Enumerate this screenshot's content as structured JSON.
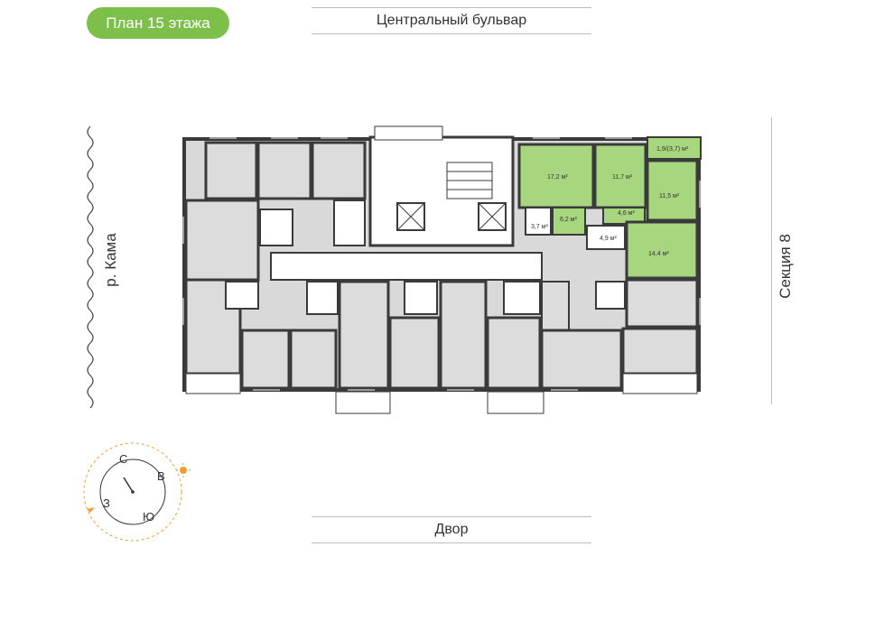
{
  "floor_badge": {
    "label": "План 15 этажа"
  },
  "streets": {
    "top": "Центральный бульвар",
    "bottom": "Двор"
  },
  "sides": {
    "left": "р. Кама",
    "right": "Секция 8"
  },
  "compass": {
    "north": "С",
    "east": "В",
    "south": "Ю",
    "west": "З"
  },
  "apartment": {
    "rooms": [
      {
        "id": "room-1",
        "area": "17,2 м²"
      },
      {
        "id": "room-2",
        "area": "11,7 м²"
      },
      {
        "id": "balcony",
        "area": "1,9/(3,7) м²"
      },
      {
        "id": "room-3",
        "area": "11,5 м²"
      },
      {
        "id": "hall-1",
        "area": "6,2 м²"
      },
      {
        "id": "bath-1",
        "area": "3,7 м²"
      },
      {
        "id": "hall-2",
        "area": "4,6 м²"
      },
      {
        "id": "bath-2",
        "area": "4,9 м²"
      },
      {
        "id": "room-4",
        "area": "14,4 м²"
      }
    ]
  },
  "colors": {
    "accent": "#7cc04b",
    "highlight_room": "#a8d67e",
    "room_fill": "#dcdcdc",
    "wall": "#3a3a3a",
    "river_line": "#444444",
    "sun": "#f39c32"
  }
}
